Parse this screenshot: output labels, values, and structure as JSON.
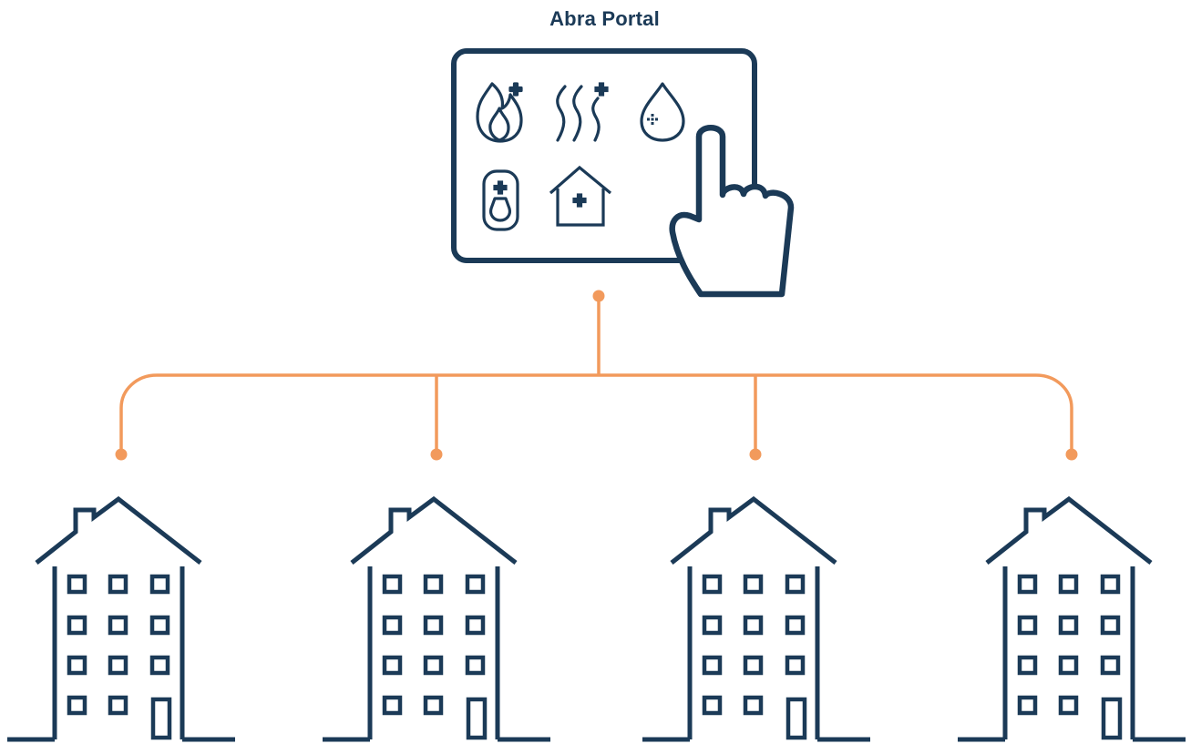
{
  "title": "Abra Portal",
  "colors": {
    "primary": "#1b3a57",
    "connector": "#f29a5c",
    "background": "#ffffff"
  },
  "portal": {
    "icons": [
      "fire-icon",
      "heat-waves-icon",
      "water-drop-icon",
      "meter-icon",
      "home-icon"
    ],
    "pointer": "hand-pointer-icon"
  },
  "buildings": [
    {
      "name": "building-1"
    },
    {
      "name": "building-2"
    },
    {
      "name": "building-3"
    },
    {
      "name": "building-4"
    }
  ]
}
